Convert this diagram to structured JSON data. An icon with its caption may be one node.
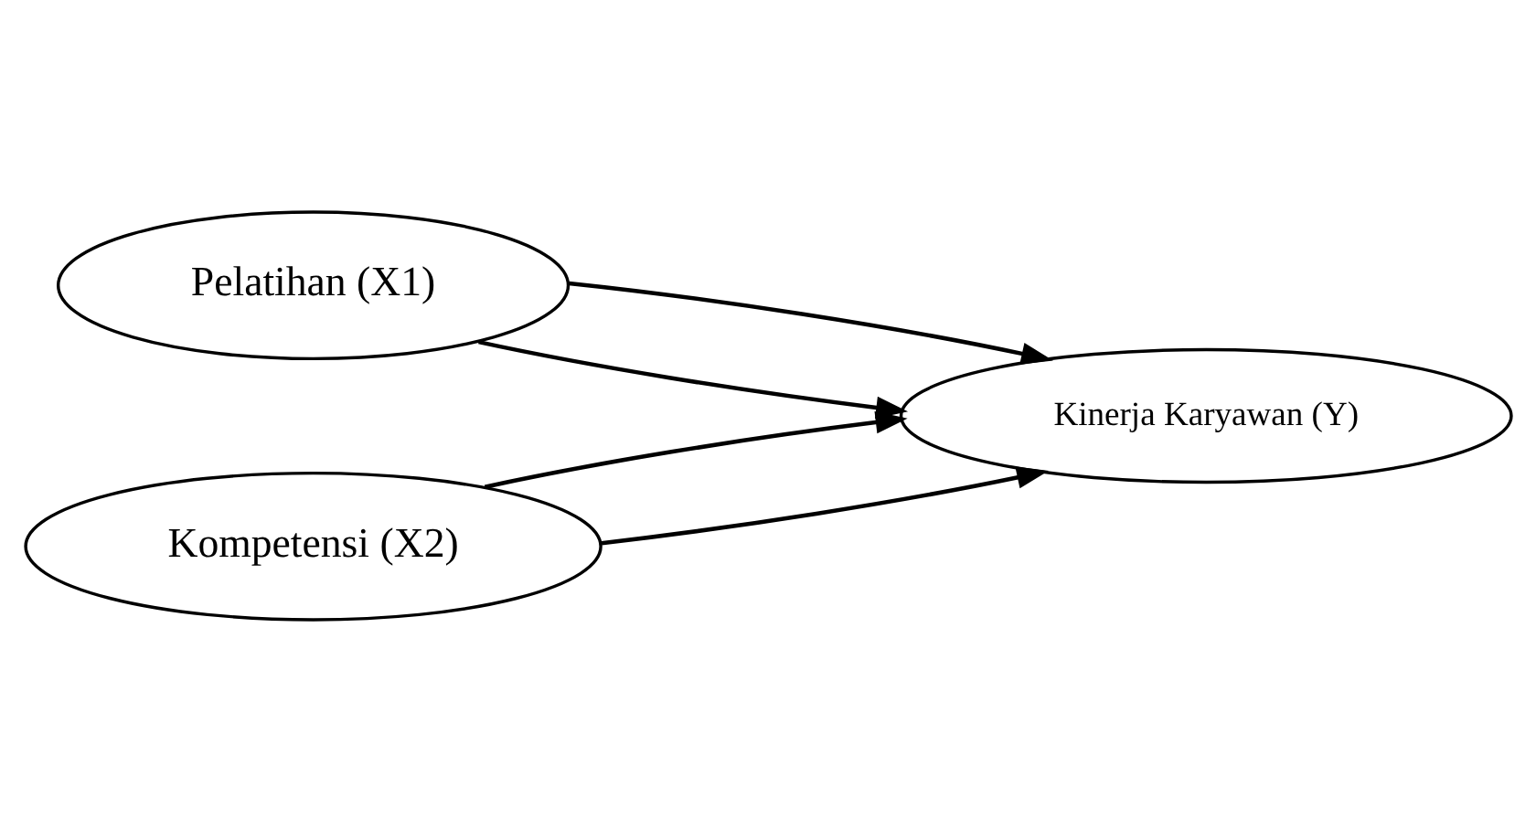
{
  "diagram": {
    "nodes": [
      {
        "text": [
          "Pelatihan (X1)"
        ]
      },
      {
        "text": [
          "Kompetensi (X2)"
        ]
      },
      {
        "text": [
          "Kinerja Karyawan (Y)"
        ]
      }
    ],
    "edges": [
      {
        "from": 0,
        "to": 2,
        "arrow": "to"
      },
      {
        "from": 1,
        "to": 2,
        "arrow": "to"
      },
      {
        "from": 0,
        "to": 2,
        "arrow": "to"
      },
      {
        "from": 1,
        "to": 2,
        "arrow": "to"
      }
    ]
  }
}
